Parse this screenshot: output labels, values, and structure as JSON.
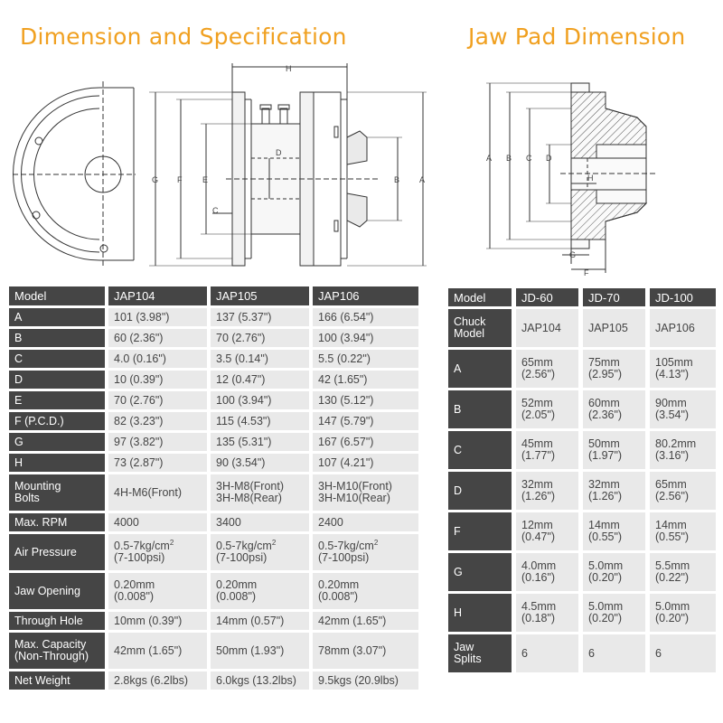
{
  "titles": {
    "left": "Dimension and Specification",
    "right": "Jaw Pad Dimension"
  },
  "drawing_labels": {
    "left": {
      "h": "H",
      "g": "G",
      "f": "F",
      "e": "E",
      "c": "C",
      "d": "D",
      "b": "B",
      "a": "A"
    },
    "right": {
      "a": "A",
      "b": "B",
      "c": "C",
      "d": "D",
      "h": "H",
      "g": "G",
      "f": "F"
    }
  },
  "spec_table": {
    "header": [
      "Model",
      "JAP104",
      "JAP105",
      "JAP106"
    ],
    "rows": [
      {
        "label": "A",
        "v": [
          "101 (3.98\")",
          "137 (5.37\")",
          "166 (6.54\")"
        ]
      },
      {
        "label": "B",
        "v": [
          "60 (2.36\")",
          "70 (2.76\")",
          "100 (3.94\")"
        ]
      },
      {
        "label": "C",
        "v": [
          "4.0 (0.16\")",
          "3.5 (0.14\")",
          "5.5 (0.22\")"
        ]
      },
      {
        "label": "D",
        "v": [
          "10 (0.39\")",
          "12 (0.47\")",
          "42 (1.65\")"
        ]
      },
      {
        "label": "E",
        "v": [
          "70 (2.76\")",
          "100 (3.94\")",
          "130 (5.12\")"
        ]
      },
      {
        "label": "F (P.C.D.)",
        "v": [
          "82 (3.23\")",
          "115 (4.53\")",
          "147 (5.79\")"
        ]
      },
      {
        "label": "G",
        "v": [
          "97 (3.82\")",
          "135 (5.31\")",
          "167 (6.57\")"
        ]
      },
      {
        "label": "H",
        "v": [
          "73 (2.87\")",
          "90 (3.54\")",
          "107 (4.21\")"
        ]
      },
      {
        "label1": "Mounting",
        "label2": "Bolts",
        "v": [
          "4H-M6(Front)",
          "3H-M8(Front)",
          "3H-M10(Front)"
        ],
        "v2": [
          "",
          "3H-M8(Rear)",
          "3H-M10(Rear)"
        ]
      },
      {
        "label": "Max. RPM",
        "v": [
          "4000",
          "3400",
          "2400"
        ]
      },
      {
        "label": "Air Pressure",
        "v": [
          "0.5-7kg/cm",
          "0.5-7kg/cm",
          "0.5-7kg/cm"
        ],
        "sup": "2",
        "v2": [
          "(7-100psi)",
          "(7-100psi)",
          "(7-100psi)"
        ]
      },
      {
        "label": "Jaw Opening",
        "v": [
          "0.20mm",
          "0.20mm",
          "0.20mm"
        ],
        "v2": [
          "(0.008\")",
          "(0.008\")",
          "(0.008\")"
        ]
      },
      {
        "label": "Through Hole",
        "v": [
          "10mm (0.39\")",
          "14mm (0.57\")",
          "42mm (1.65\")"
        ]
      },
      {
        "label1": "Max. Capacity",
        "label2": "(Non-Through)",
        "v": [
          "42mm (1.65\")",
          "50mm (1.93\")",
          "78mm (3.07\")"
        ]
      },
      {
        "label": "Net Weight",
        "v": [
          "2.8kgs (6.2lbs)",
          "6.0kgs (13.2lbs)",
          "9.5kgs (20.9lbs)"
        ]
      }
    ]
  },
  "jaw_table": {
    "header": [
      "Model",
      "JD-60",
      "JD-70",
      "JD-100"
    ],
    "rows": [
      {
        "label1": "Chuck",
        "label2": "Model",
        "v": [
          "JAP104",
          "JAP105",
          "JAP106"
        ]
      },
      {
        "label": "A",
        "v": [
          "65mm",
          "75mm",
          "105mm"
        ],
        "v2": [
          "(2.56\")",
          "(2.95\")",
          "(4.13\")"
        ]
      },
      {
        "label": "B",
        "v": [
          "52mm",
          "60mm",
          "90mm"
        ],
        "v2": [
          "(2.05\")",
          "(2.36\")",
          "(3.54\")"
        ]
      },
      {
        "label": "C",
        "v": [
          "45mm",
          "50mm",
          "80.2mm"
        ],
        "v2": [
          "(1.77\")",
          "(1.97\")",
          "(3.16\")"
        ]
      },
      {
        "label": "D",
        "v": [
          "32mm",
          "32mm",
          "65mm"
        ],
        "v2": [
          "(1.26\")",
          "(1.26\")",
          "(2.56\")"
        ]
      },
      {
        "label": "F",
        "v": [
          "12mm",
          "14mm",
          "14mm"
        ],
        "v2": [
          "(0.47\")",
          "(0.55\")",
          "(0.55\")"
        ]
      },
      {
        "label": "G",
        "v": [
          "4.0mm",
          "5.0mm",
          "5.5mm"
        ],
        "v2": [
          "(0.16\")",
          "(0.20\")",
          "(0.22\")"
        ]
      },
      {
        "label": "H",
        "v": [
          "4.5mm",
          "5.0mm",
          "5.0mm"
        ],
        "v2": [
          "(0.18\")",
          "(0.20\")",
          "(0.20\")"
        ]
      },
      {
        "label1": "Jaw",
        "label2": "Splits",
        "v": [
          "6",
          "6",
          "6"
        ]
      }
    ]
  }
}
